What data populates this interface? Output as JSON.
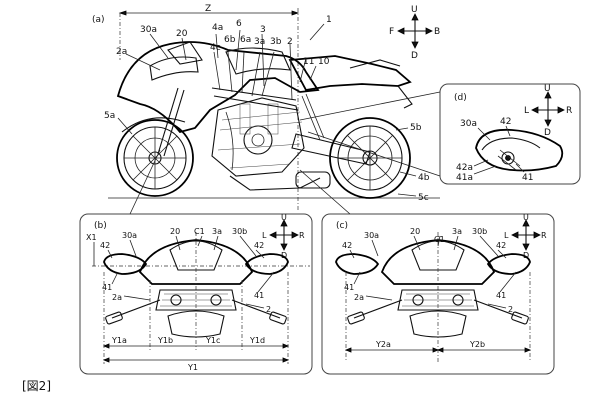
{
  "figure_caption": "[図2]",
  "panel_a": {
    "tag": "(a)",
    "dim_z": "Z",
    "ref_1": "1",
    "compass": {
      "up": "U",
      "down": "D",
      "front": "F",
      "back": "B"
    },
    "labels": {
      "l30a": "30a",
      "l20": "20",
      "l4a": "4a",
      "l6": "6",
      "l3": "3",
      "l4c": "4c",
      "l6b": "6b",
      "l6a": "6a",
      "l3a": "3a",
      "l3b": "3b",
      "l2": "2",
      "l11": "11",
      "l10": "10",
      "l2a": "2a",
      "l5a": "5a",
      "l5b": "5b",
      "l4b": "4b",
      "l5c": "5c"
    }
  },
  "panel_b": {
    "tag": "(b)",
    "compass": {
      "up": "U",
      "down": "D",
      "left": "L",
      "right": "R"
    },
    "labels": {
      "x1": "X1",
      "l30a": "30a",
      "l20": "20",
      "c1": "C1",
      "l3a": "3a",
      "l30b": "30b",
      "l42a": "42",
      "l42b": "42",
      "l41a": "41",
      "l41b": "41",
      "l2a": "2a",
      "l2": "2",
      "y1a": "Y1a",
      "y1b": "Y1b",
      "y1c": "Y1c",
      "y1d": "Y1d",
      "y1": "Y1"
    }
  },
  "panel_c": {
    "tag": "(c)",
    "compass": {
      "up": "U",
      "down": "D",
      "left": "L",
      "right": "R"
    },
    "labels": {
      "l30a": "30a",
      "l20": "20",
      "c1": "C1",
      "l3a": "3a",
      "l30b": "30b",
      "l42a": "42",
      "l42b": "42",
      "l41a": "41",
      "l41b": "41",
      "l2a": "2a",
      "l2": "2",
      "y2a": "Y2a",
      "y2b": "Y2b"
    }
  },
  "panel_d": {
    "tag": "(d)",
    "compass": {
      "up": "U",
      "down": "D",
      "left": "L",
      "right": "R"
    },
    "labels": {
      "l30a": "30a",
      "l42": "42",
      "l42a": "42a",
      "l41a": "41a",
      "l41": "41"
    }
  }
}
